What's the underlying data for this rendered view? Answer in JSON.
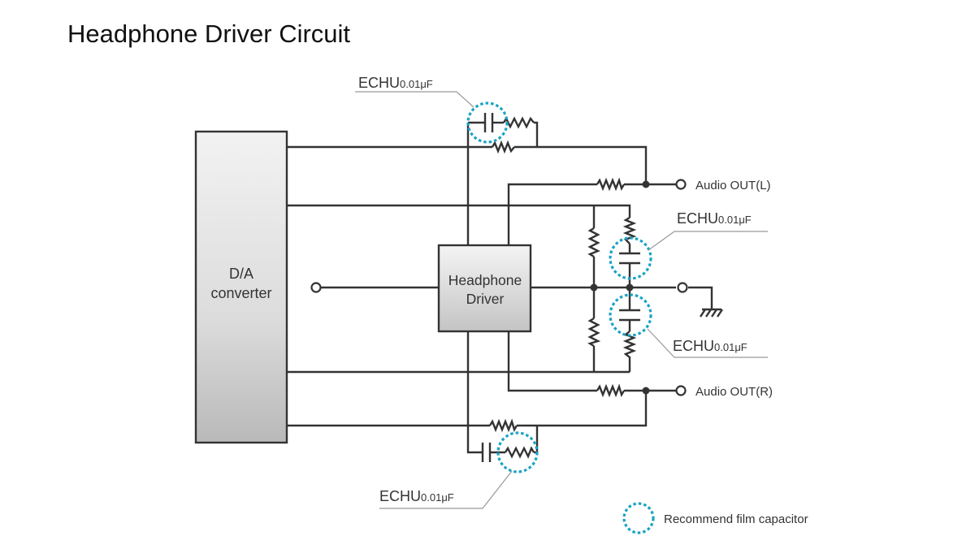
{
  "title": "Headphone Driver Circuit",
  "blocks": {
    "dac_line1": "D/A",
    "dac_line2": "converter",
    "driver_line1": "Headphone",
    "driver_line2": "Driver"
  },
  "outputs": {
    "left": "Audio OUT(L)",
    "right": "Audio OUT(R)"
  },
  "capacitor_callouts": [
    {
      "part": "ECHU",
      "value": "0.01μF"
    },
    {
      "part": "ECHU",
      "value": "0.01μF"
    },
    {
      "part": "ECHU",
      "value": "0.01μF"
    },
    {
      "part": "ECHU",
      "value": "0.01μF"
    }
  ],
  "legend": {
    "label": "Recommend film capacitor",
    "color": "#1aa3c4"
  }
}
